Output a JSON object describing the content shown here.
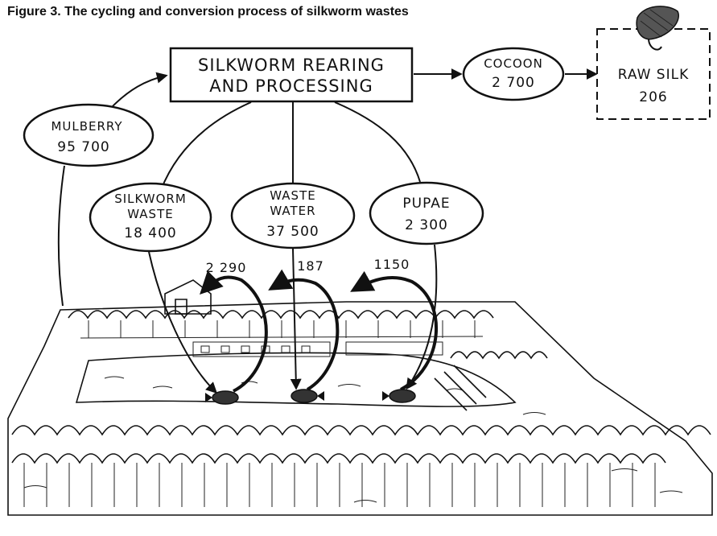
{
  "figure": {
    "caption": "Figure 3. The cycling and conversion process of silkworm wastes"
  },
  "nodes": {
    "rearing": {
      "line1": "SILKWORM REARING",
      "line2": "AND PROCESSING"
    },
    "cocoon": {
      "label": "COCOON",
      "value": "2 700"
    },
    "raw_silk": {
      "label": "RAW SILK",
      "value": "206"
    },
    "mulberry": {
      "label": "MULBERRY",
      "value": "95 700"
    },
    "silkworm_waste": {
      "line1": "SILKWORM",
      "line2": "WASTE",
      "value": "18 400"
    },
    "waste_water": {
      "line1": "WASTE",
      "line2": "WATER",
      "value": "37 500"
    },
    "pupae": {
      "label": "PUPAE",
      "value": "2 300"
    }
  },
  "return_flows": {
    "silkworm_waste": "2 290",
    "waste_water": "187",
    "pupae": "1150"
  },
  "icons": {
    "silkworm": "silkworm-illustration",
    "fish": "fish-illustration",
    "landscape": "dike-pond-landscape-illustration"
  }
}
